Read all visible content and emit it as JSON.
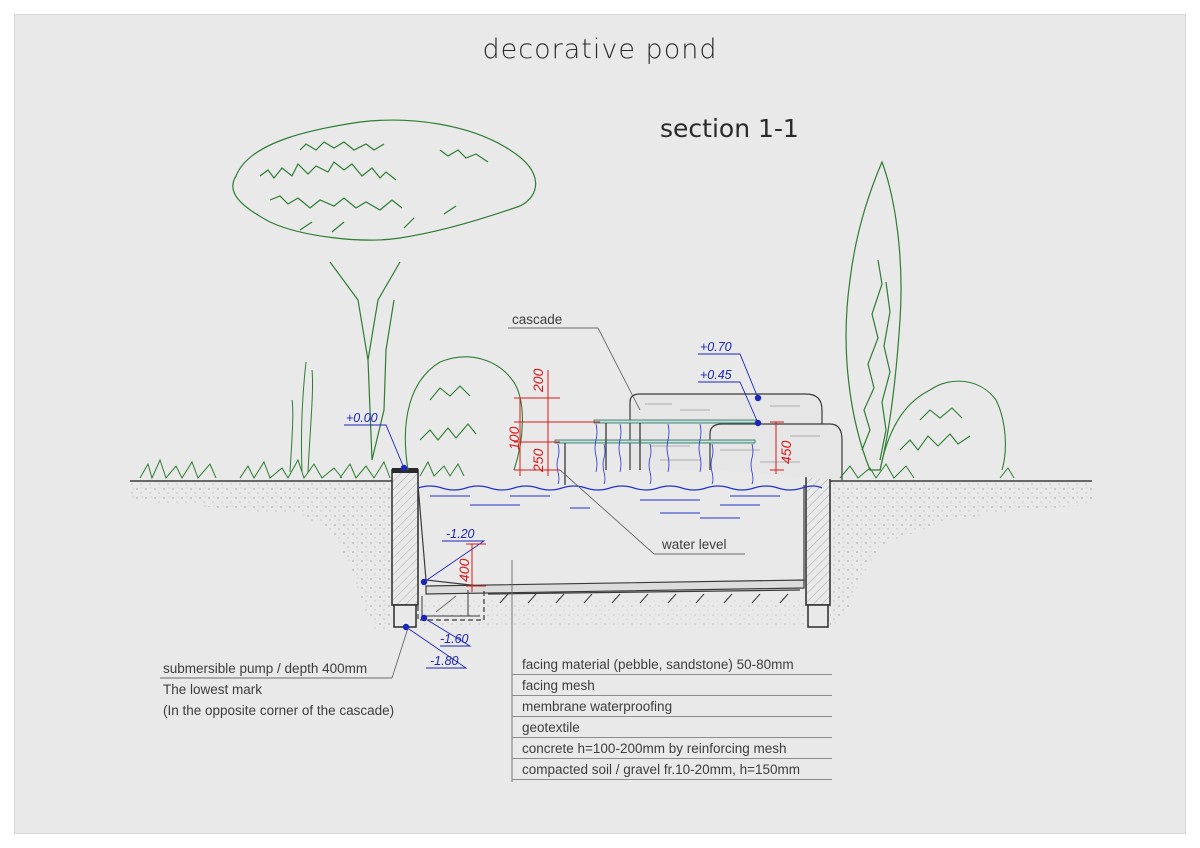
{
  "title": "decorative pond",
  "section": "section 1-1",
  "labels": {
    "cascade": "cascade",
    "water_level": "water level",
    "pump": "submersible pump / depth 400mm",
    "lowest_1": "The lowest mark",
    "lowest_2": "(In the opposite corner of the cascade)"
  },
  "levels": [
    "+0.00",
    "+0.70",
    "+0.45",
    "-1.20",
    "-1.60",
    "-1.80"
  ],
  "dimensions": [
    "200",
    "100",
    "250",
    "450",
    "400"
  ],
  "legend": [
    "facing material (pebble, sandstone) 50-80mm",
    "facing mesh",
    "membrane waterproofing",
    "geotextile",
    "concrete h=100-200mm by reinforcing mesh",
    "compacted soil / gravel fr.10-20mm, h=150mm"
  ],
  "colors": {
    "background": "#e9e9e9",
    "vegetation": "#2e7d32",
    "level_marks": "#1c26b8",
    "dimensions": "#d81a1a",
    "water": "#2233cc",
    "lines": "#3a3a3a"
  }
}
